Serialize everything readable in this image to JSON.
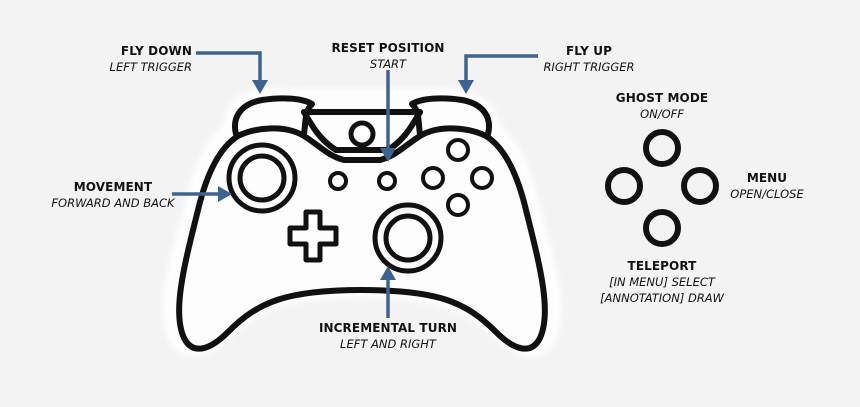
{
  "labels": {
    "fly_down": {
      "title": "FLY DOWN",
      "sub": "LEFT TRIGGER"
    },
    "reset_position": {
      "title": "RESET POSITION",
      "sub": "START"
    },
    "fly_up": {
      "title": "FLY UP",
      "sub": "RIGHT TRIGGER"
    },
    "movement": {
      "title": "MOVEMENT",
      "sub": "FORWARD AND BACK"
    },
    "incremental_turn": {
      "title": "INCREMENTAL TURN",
      "sub": "LEFT AND RIGHT"
    },
    "ghost_mode": {
      "title": "GHOST MODE",
      "sub": "ON/OFF"
    },
    "menu": {
      "title": "MENU",
      "sub": "OPEN/CLOSE"
    },
    "teleport": {
      "title": "TELEPORT",
      "sub1": "[IN MENU] SELECT",
      "sub2": "[ANNOTATION] DRAW"
    }
  },
  "colors": {
    "arrow": "#3d6491",
    "outline": "#111111",
    "background": "#f3f3f3"
  },
  "icons": [
    "gamepad-outline",
    "analog-stick-icon",
    "dpad-icon",
    "face-button-icon",
    "arrow-icon"
  ]
}
